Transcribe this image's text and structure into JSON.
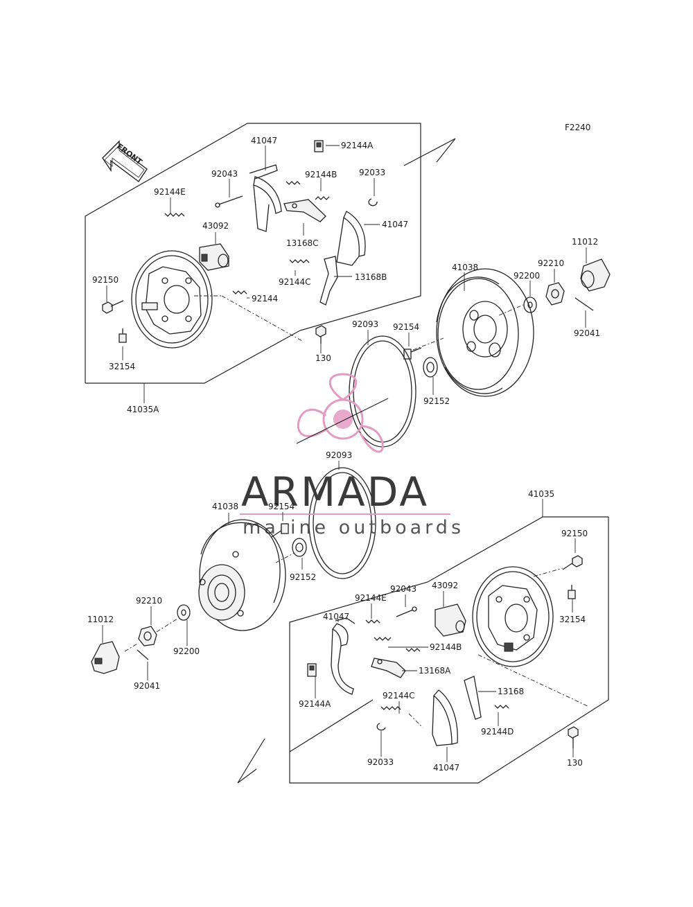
{
  "figure_code": "F2240",
  "front_label": "FRONT",
  "watermark": {
    "title": "ARMADA",
    "subtitle": "marine outboards"
  },
  "upper_assembly": {
    "labels": {
      "p41047a": "41047",
      "p92144a": "92144A",
      "p92043": "92043",
      "p92144b": "92144B",
      "p92033": "92033",
      "p92144e": "92144E",
      "p43092": "43092",
      "p41047b": "41047",
      "p13168c": "13168C",
      "p92150": "92150",
      "p92144c": "92144C",
      "p13168b": "13168B",
      "p92144": "92144",
      "p32154": "32154",
      "p130": "130",
      "p41035a": "41035A"
    }
  },
  "middle_parts": {
    "labels": {
      "p11012": "11012",
      "p41038": "41038",
      "p92210": "92210",
      "p92200": "92200",
      "p92041": "92041",
      "p92093": "92093",
      "p92154": "92154",
      "p92152": "92152",
      "p92093b": "92093"
    }
  },
  "lower_assembly": {
    "labels": {
      "p41038": "41038",
      "p92154": "92154",
      "p41035": "41035",
      "p92150": "92150",
      "p92152": "92152",
      "p92043": "92043",
      "p43092": "43092",
      "p92210": "92210",
      "p92144e": "92144E",
      "p11012": "11012",
      "p32154": "32154",
      "p41047a": "41047",
      "p92144b": "92144B",
      "p92200": "92200",
      "p13168a": "13168A",
      "p92041": "92041",
      "p92144c": "92144C",
      "p13168": "13168",
      "p92144a": "92144A",
      "p92144d": "92144D",
      "p92033": "92033",
      "p130": "130",
      "p41047b": "41047"
    }
  }
}
